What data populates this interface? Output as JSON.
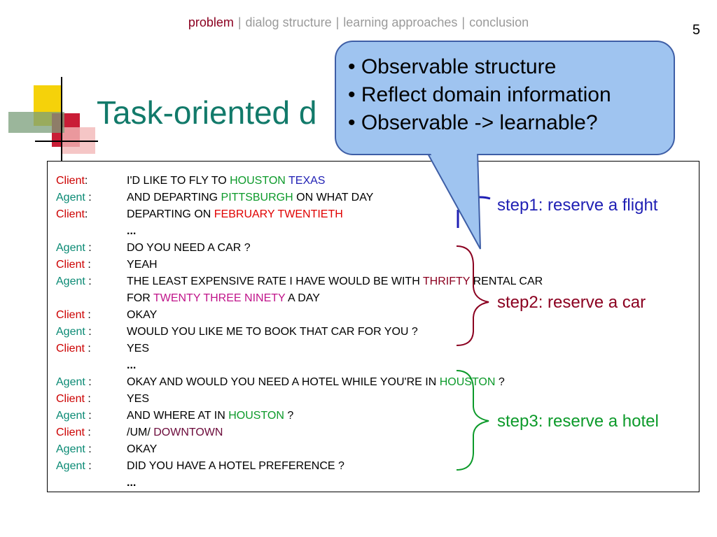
{
  "nav": {
    "items": [
      "problem",
      "dialog structure",
      "learning approaches",
      "conclusion"
    ],
    "separator": "|"
  },
  "page_number": "5",
  "title": "Task-oriented d",
  "callout": {
    "items": [
      "• Observable structure",
      "• Reflect domain information",
      "• Observable -> learnable?"
    ]
  },
  "dialog": {
    "rows": [
      {
        "speaker": "Client:",
        "text": [
          "I'D LIKE TO FLY TO ",
          "HOUSTON",
          " ",
          "TEXAS"
        ]
      },
      {
        "speaker": "Agent :",
        "text": [
          "AND DEPARTING ",
          "PITTSBURGH",
          " ON WHAT DAY"
        ]
      },
      {
        "speaker": "Client:",
        "text": [
          "DEPARTING ON ",
          "FEBRUARY TWENTIETH"
        ]
      },
      {
        "speaker": "",
        "text": [
          "..."
        ]
      },
      {
        "speaker": "Agent :",
        "text": [
          "DO YOU NEED A CAR ?"
        ]
      },
      {
        "speaker": "Client :",
        "text": [
          "YEAH"
        ]
      },
      {
        "speaker": "Agent :",
        "text": [
          "THE LEAST EXPENSIVE RATE I HAVE WOULD BE WITH ",
          "THRIFTY",
          " RENTAL CAR"
        ]
      },
      {
        "speaker": "",
        "text": [
          "FOR ",
          "TWENTY THREE NINETY",
          " A DAY"
        ]
      },
      {
        "speaker": "Client :",
        "text": [
          "OKAY"
        ]
      },
      {
        "speaker": "Agent :",
        "text": [
          "WOULD YOU LIKE ME TO BOOK THAT CAR FOR YOU ?"
        ]
      },
      {
        "speaker": "Client :",
        "text": [
          "YES"
        ]
      },
      {
        "speaker": "",
        "text": [
          "..."
        ]
      },
      {
        "speaker": "Agent :",
        "text": [
          "OKAY AND WOULD YOU NEED A HOTEL WHILE YOU'RE IN ",
          "HOUSTON",
          " ?"
        ]
      },
      {
        "speaker": "Client :",
        "text": [
          "YES"
        ]
      },
      {
        "speaker": "Agent :",
        "text": [
          "AND WHERE AT IN ",
          "HOUSTON",
          " ?"
        ]
      },
      {
        "speaker": "Client :",
        "text": [
          "/UM/ ",
          "DOWNTOWN"
        ]
      },
      {
        "speaker": "Agent :",
        "text": [
          "OKAY"
        ]
      },
      {
        "speaker": "Agent :",
        "text": [
          "DID YOU HAVE A HOTEL PREFERENCE ?"
        ]
      },
      {
        "speaker": "",
        "text": [
          "..."
        ]
      }
    ]
  },
  "steps": {
    "step1": "step1: reserve a flight",
    "step2": "step2: reserve a car",
    "step3": "step3: reserve a hotel"
  },
  "colors": {
    "client": "#cc0000",
    "agent": "#0a8a74",
    "title": "#127a6a",
    "step1": "#1f1fb4",
    "step2": "#8b0020",
    "step3": "#0c9a2a",
    "callout_fill": "#9fc4f0"
  }
}
